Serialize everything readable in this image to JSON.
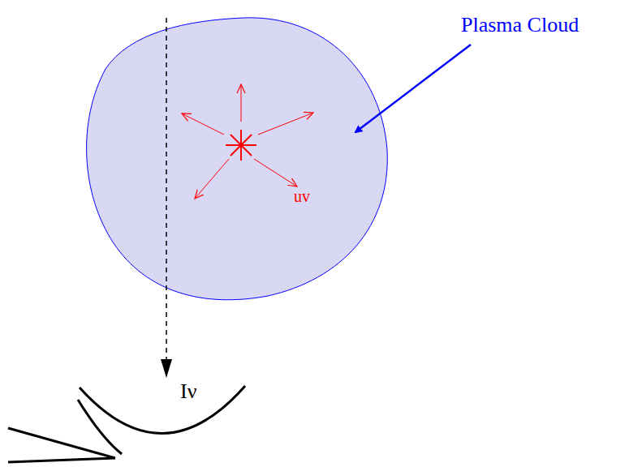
{
  "diagram": {
    "labels": [
      "Plasma Cloud",
      "uv",
      "Iν"
    ]
  }
}
